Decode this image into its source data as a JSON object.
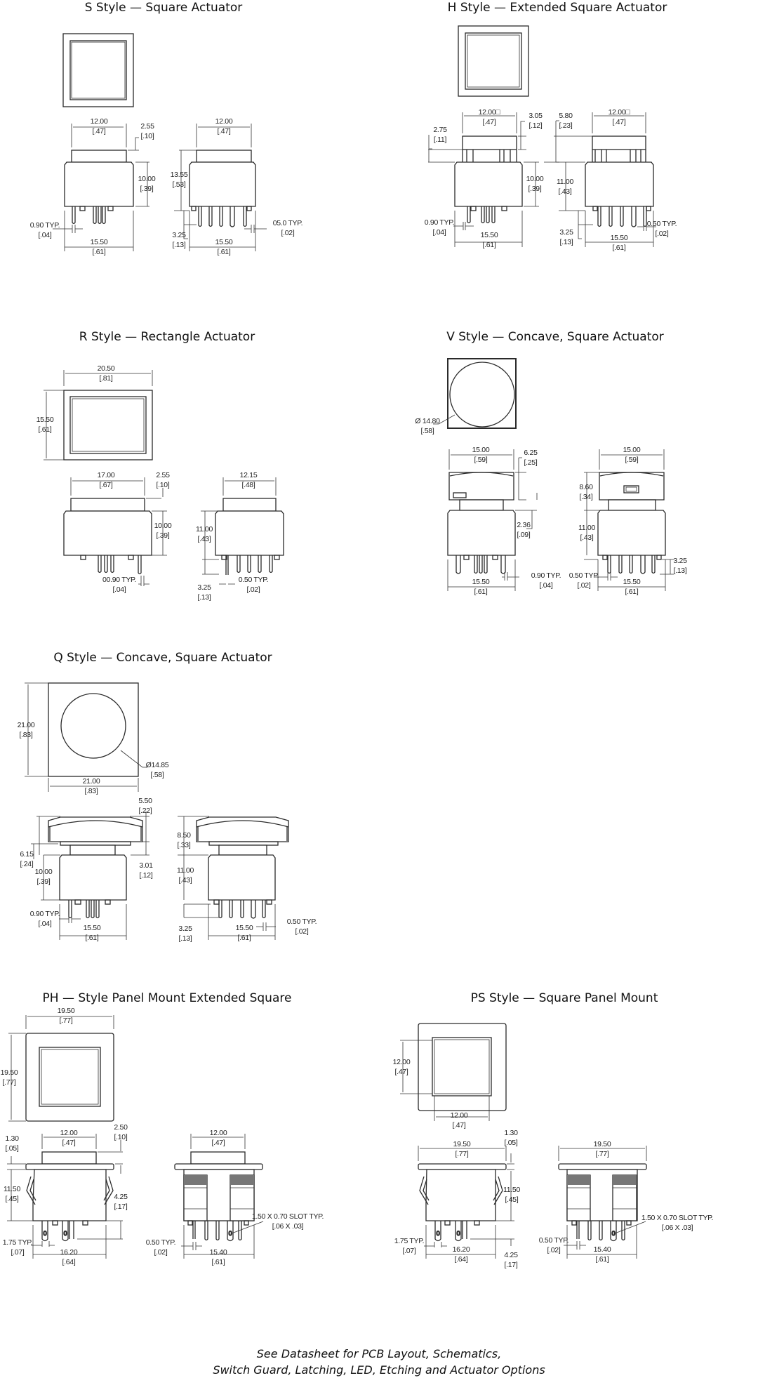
{
  "sections": [
    {
      "id": "s_style",
      "title": "S Style — Square Actuator",
      "dims": {
        "front_width": [
          "12.00",
          "[.47]"
        ],
        "cap_height": [
          "2.55",
          "[.10]"
        ],
        "body_height": [
          "10.00",
          "[.39]"
        ],
        "pin_width": [
          "0.90 TYP.",
          "[.04]"
        ],
        "base_width": [
          "15.50",
          "[.61]"
        ],
        "side_width": [
          "12.00",
          "[.47]"
        ],
        "total_height": [
          "13.55",
          "[.53]"
        ],
        "pin_length": [
          "3.25",
          "[.13]"
        ],
        "side_pin_width": [
          "05.0 TYP.",
          "[.02]"
        ],
        "side_base_width": [
          "15.50",
          "[.61]"
        ]
      }
    },
    {
      "id": "h_style",
      "title": "H Style — Extended Square Actuator",
      "dims": {
        "front_width": [
          "12.00□",
          "[.47]"
        ],
        "cap_height": [
          "3.05",
          "[.12]"
        ],
        "ext_height": [
          "2.75",
          "[.11]"
        ],
        "body_height": [
          "10.00",
          "[.39]"
        ],
        "pin_width": [
          "0.90 TYP.",
          "[.04]"
        ],
        "base_width": [
          "15.50",
          "[.61]"
        ],
        "side_top_height": [
          "5.80",
          "[.23]"
        ],
        "side_width": [
          "12.00□",
          "[.47]"
        ],
        "side_body_height": [
          "11.00",
          "[.43]"
        ],
        "pin_length": [
          "3.25",
          "[.13]"
        ],
        "side_pin_width": [
          "0.50 TYP.",
          "[.02]"
        ],
        "side_base_width": [
          "15.50",
          "[.61]"
        ]
      }
    },
    {
      "id": "r_style",
      "title": "R Style — Rectangle Actuator",
      "dims": {
        "top_width": [
          "20.50",
          "[.81]"
        ],
        "top_height": [
          "15.50",
          "[.61]"
        ],
        "front_width": [
          "17.00",
          "[.67]"
        ],
        "cap_height": [
          "2.55",
          "[.10]"
        ],
        "body_height": [
          "10.00",
          "[.39]"
        ],
        "pin_width": [
          "00.90 TYP.",
          "[.04]"
        ],
        "side_width": [
          "12.15",
          "[.48]"
        ],
        "side_body_height": [
          "11.00",
          "[.43]"
        ],
        "pin_length": [
          "3.25",
          "[.13]"
        ],
        "side_pin_width": [
          "0.50 TYP.",
          "[.02]"
        ]
      }
    },
    {
      "id": "v_style",
      "title": "V Style — Concave, Square Actuator",
      "dims": {
        "diameter": [
          "Ø 14.80",
          "[.58]"
        ],
        "front_width": [
          "15.00",
          "[.59]"
        ],
        "cap_height": [
          "6.25",
          "[.25]"
        ],
        "gap_height": [
          "2.36",
          "[.09]"
        ],
        "pin_width": [
          "0.90 TYP.",
          "[.04]"
        ],
        "base_width": [
          "15.50",
          "[.61]"
        ],
        "side_width": [
          "15.00",
          "[.59]"
        ],
        "side_cap_height": [
          "8.60",
          "[.34]"
        ],
        "side_body_height": [
          "11.00",
          "[.43]"
        ],
        "pin_length": [
          "3.25",
          "[.13]"
        ],
        "side_pin_width": [
          "0.50 TYP.",
          "[.02]"
        ],
        "side_base_width": [
          "15.50",
          "[.61]"
        ]
      }
    },
    {
      "id": "q_style",
      "title": "Q Style — Concave, Square Actuator",
      "dims": {
        "top_height": [
          "21.00",
          "[.83]"
        ],
        "top_width": [
          "21.00",
          "[.83]"
        ],
        "diameter": [
          "Ø14.85",
          "[.58]"
        ],
        "cap_height": [
          "5.50",
          "[.22]"
        ],
        "ext_height": [
          "6.15",
          "[.24]"
        ],
        "body_height": [
          "10.00",
          "[.39]"
        ],
        "gap_height": [
          "3.01",
          "[.12]"
        ],
        "pin_width": [
          "0.90 TYP.",
          "[.04]"
        ],
        "base_width": [
          "15.50",
          "[.61]"
        ],
        "side_cap_height": [
          "8.50",
          "[.33]"
        ],
        "side_body_height": [
          "11.00",
          "[.43]"
        ],
        "pin_length": [
          "3.25",
          "[.13]"
        ],
        "side_base_width": [
          "15.50",
          "[.61]"
        ],
        "side_pin_width": [
          "0.50 TYP.",
          "[.02]"
        ]
      }
    },
    {
      "id": "ph_style",
      "title": "PH — Style Panel Mount Extended Square",
      "dims": {
        "top_width": [
          "19.50",
          "[.77]"
        ],
        "top_height": [
          "19.50",
          "[.77]"
        ],
        "front_width": [
          "12.00",
          "[.47]"
        ],
        "cap_height": [
          "2.50",
          "[.10]"
        ],
        "flange_height": [
          "1.30",
          "[.05]"
        ],
        "body_height": [
          "11.50",
          "[.45]"
        ],
        "clip_height": [
          "4.25",
          "[.17]"
        ],
        "pin_width": [
          "1.75 TYP.",
          "[.07]"
        ],
        "base_width": [
          "16.20",
          "[.64]"
        ],
        "side_width": [
          "12.00",
          "[.47]"
        ],
        "side_pin_width": [
          "0.50 TYP.",
          "[.02]"
        ],
        "side_base_width": [
          "15.40",
          "[.61]"
        ],
        "slot": [
          "1.50 X 0.70 SLOT TYP.",
          "[.06 X .03]"
        ]
      }
    },
    {
      "id": "ps_style",
      "title": "PS Style — Square Panel Mount",
      "dims": {
        "top_height": [
          "12.00",
          "[.47]"
        ],
        "top_width": [
          "12.00",
          "[.47]"
        ],
        "front_width": [
          "19.50",
          "[.77]"
        ],
        "flange_height": [
          "1.30",
          "[.05]"
        ],
        "body_height": [
          "11.50",
          "[.45]"
        ],
        "clip_height": [
          "4.25",
          "[.17]"
        ],
        "pin_width": [
          "1.75 TYP.",
          "[.07]"
        ],
        "base_width": [
          "16.20",
          "[.64]"
        ],
        "side_width": [
          "19.50",
          "[.77]"
        ],
        "side_pin_width": [
          "0.50 TYP.",
          "[.02]"
        ],
        "side_base_width": [
          "15.40",
          "[.61]"
        ],
        "slot": [
          "1.50 X 0.70 SLOT TYP.",
          "[.06 X .03]"
        ]
      }
    }
  ],
  "footer": {
    "line1": "See Datasheet for PCB Layout, Schematics,",
    "line2": "Switch Guard, Latching, LED, Etching and Actuator Options"
  }
}
